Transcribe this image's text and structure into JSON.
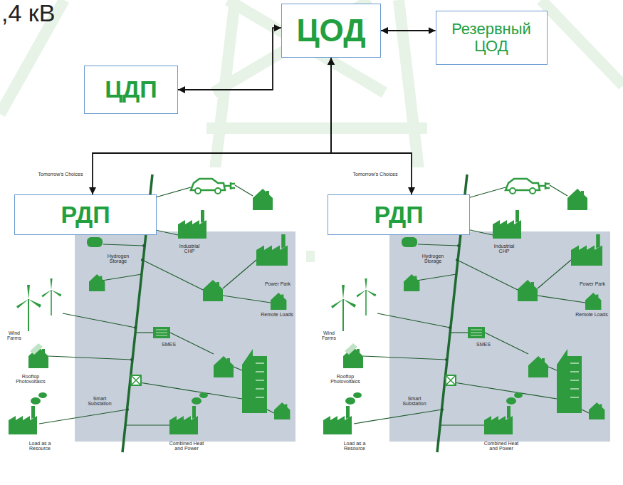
{
  "diagram": {
    "nodes": [
      {
        "text": [
          "ЦОД"
        ]
      },
      {
        "text": [
          "Резервный ЦОД"
        ]
      },
      {
        "text": [
          "ЦДП"
        ]
      },
      {
        "text": [
          "РДП"
        ]
      },
      {
        "text": [
          "РДП"
        ]
      }
    ],
    "edges": [
      {
        "from": 2,
        "to": 0,
        "arrow": "both"
      },
      {
        "from": 0,
        "to": 1,
        "arrow": "both"
      },
      {
        "from": 0,
        "to": 3,
        "arrow": "both"
      },
      {
        "from": 0,
        "to": 4,
        "arrow": "both"
      }
    ],
    "labels": [
      ",4 кВ",
      "Tomorrow's Choices",
      "Wind Farms",
      "Rooftop Photovoltaics",
      "Hydrogen Storage",
      "Industrial CHP",
      "Power Park",
      "Remote Loads",
      "SMES",
      "Smart Substation",
      "Load as a Resource",
      "Combined Heat and Power",
      "Tomorrow's Choices",
      "Wind Farms",
      "Rooftop Photovoltaics",
      "Hydrogen Storage",
      "Industrial CHP",
      "Power Park",
      "Remote Loads",
      "SMES",
      "Smart Substation",
      "Load as a Resource",
      "Combined Heat and Power"
    ]
  }
}
